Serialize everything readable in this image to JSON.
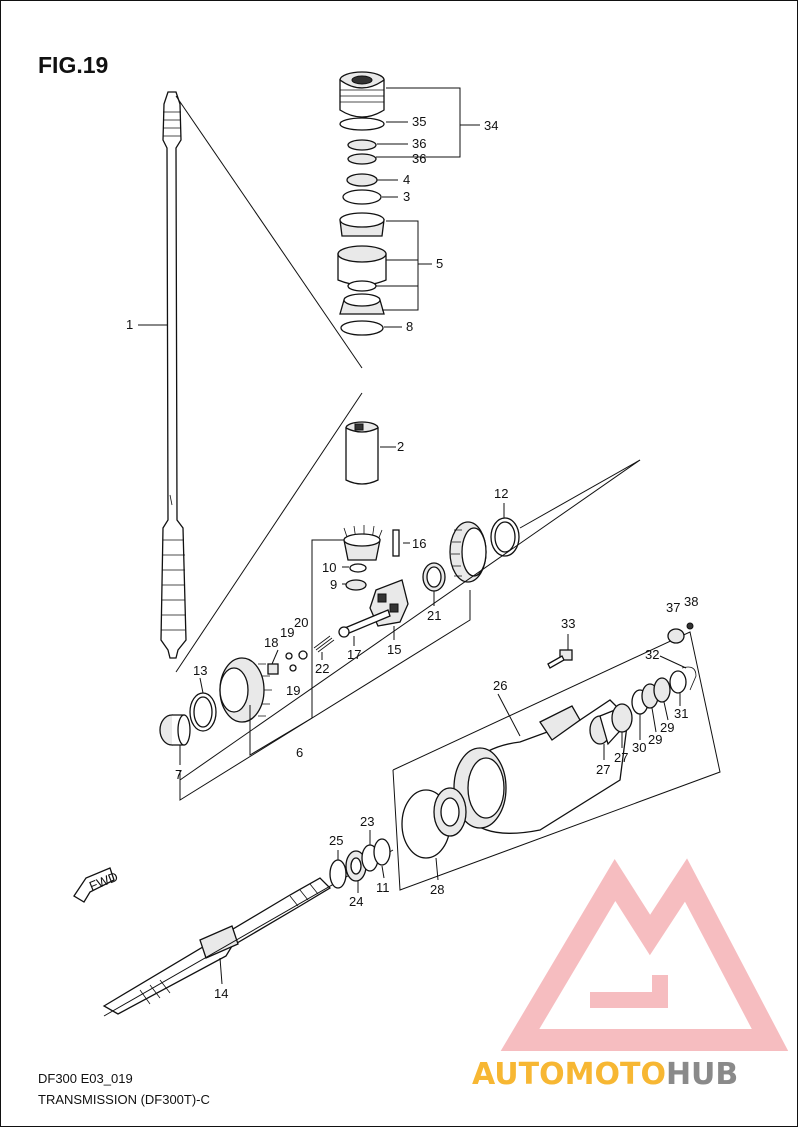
{
  "figure": {
    "title": "FIG.19",
    "code": "DF300 E03_019",
    "caption": "TRANSMISSION (DF300T)-C",
    "fwd_label": "FWD"
  },
  "watermark": {
    "part1": "AUTOMOTO",
    "part2": "HUB",
    "color1": "#f7b733",
    "color2": "#e8505b",
    "color3": "#8a8a8a"
  },
  "callouts": [
    {
      "id": "1",
      "text": "1"
    },
    {
      "id": "2",
      "text": "2"
    },
    {
      "id": "3",
      "text": "3"
    },
    {
      "id": "4",
      "text": "4"
    },
    {
      "id": "5",
      "text": "5"
    },
    {
      "id": "6",
      "text": "6"
    },
    {
      "id": "7",
      "text": "7"
    },
    {
      "id": "8",
      "text": "8"
    },
    {
      "id": "9",
      "text": "9"
    },
    {
      "id": "10",
      "text": "10"
    },
    {
      "id": "11",
      "text": "11"
    },
    {
      "id": "12",
      "text": "12"
    },
    {
      "id": "13",
      "text": "13"
    },
    {
      "id": "14",
      "text": "14"
    },
    {
      "id": "15",
      "text": "15"
    },
    {
      "id": "16",
      "text": "16"
    },
    {
      "id": "17",
      "text": "17"
    },
    {
      "id": "18",
      "text": "18"
    },
    {
      "id": "19a",
      "text": "19"
    },
    {
      "id": "19b",
      "text": "19"
    },
    {
      "id": "20",
      "text": "20"
    },
    {
      "id": "21",
      "text": "21"
    },
    {
      "id": "22",
      "text": "22"
    },
    {
      "id": "23",
      "text": "23"
    },
    {
      "id": "24",
      "text": "24"
    },
    {
      "id": "25",
      "text": "25"
    },
    {
      "id": "26",
      "text": "26"
    },
    {
      "id": "27a",
      "text": "27"
    },
    {
      "id": "27b",
      "text": "27"
    },
    {
      "id": "28",
      "text": "28"
    },
    {
      "id": "29a",
      "text": "29"
    },
    {
      "id": "29b",
      "text": "29"
    },
    {
      "id": "30",
      "text": "30"
    },
    {
      "id": "31",
      "text": "31"
    },
    {
      "id": "32",
      "text": "32"
    },
    {
      "id": "33",
      "text": "33"
    },
    {
      "id": "34",
      "text": "34"
    },
    {
      "id": "35",
      "text": "35"
    },
    {
      "id": "36a",
      "text": "36"
    },
    {
      "id": "36b",
      "text": "36"
    },
    {
      "id": "37",
      "text": "37"
    },
    {
      "id": "38",
      "text": "38"
    }
  ]
}
